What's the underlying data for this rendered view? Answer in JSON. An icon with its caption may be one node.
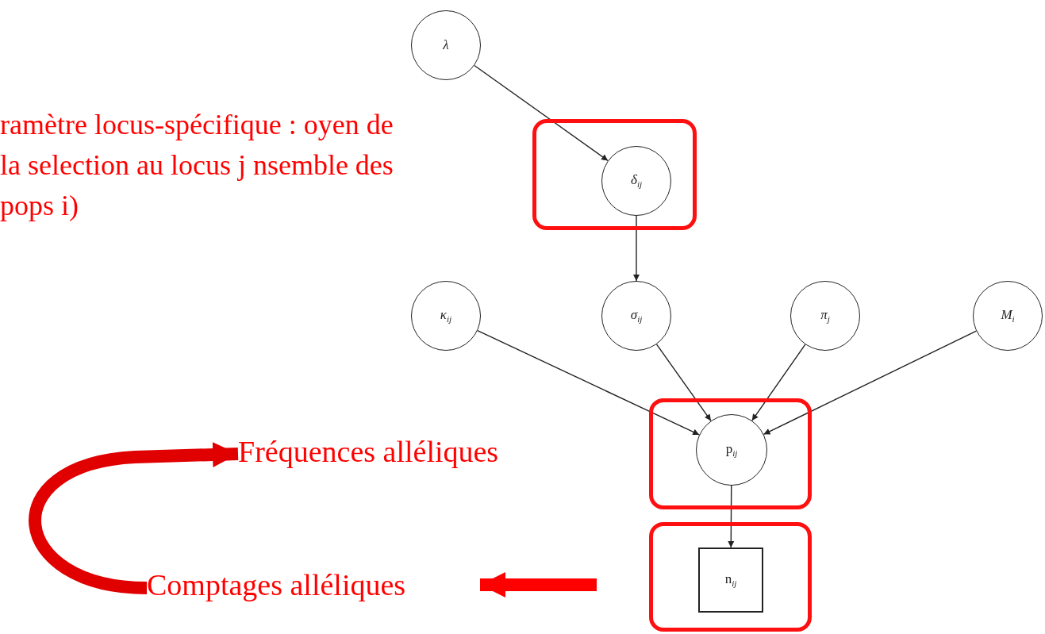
{
  "diagram": {
    "nodes": [
      {
        "text": [
          "λ"
        ]
      },
      {
        "text": [],
        "shape": "box"
      },
      {
        "text": [
          "δ$_{ij}$"
        ],
        "in": 1
      },
      {
        "text": [
          "κ$_{ij}$"
        ]
      },
      {
        "text": [
          "σ$_{ij}$"
        ]
      },
      {
        "text": [
          "π$_{j}$"
        ]
      },
      {
        "text": [
          "M$_{i}$"
        ]
      },
      {
        "text": [],
        "shape": "box"
      },
      {
        "text": [
          "p$_{ij}$"
        ],
        "in": 7
      },
      {
        "text": [],
        "shape": "box"
      },
      {
        "text": [
          "n$_{ij}$"
        ],
        "in": 9
      },
      {
        "text": [
          "Comptages alléliques"
        ]
      },
      {
        "text": [
          "Fréquences alléliques"
        ]
      }
    ],
    "edges": [
      {
        "from": 0,
        "to": 2,
        "arrow": "to"
      },
      {
        "from": 2,
        "to": 4,
        "arrow": "to"
      },
      {
        "from": 3,
        "to": 8,
        "arrow": "to"
      },
      {
        "from": 4,
        "to": 8,
        "arrow": "to"
      },
      {
        "from": 5,
        "to": 8,
        "arrow": "to"
      },
      {
        "from": 6,
        "to": 8,
        "arrow": "to"
      },
      {
        "from": 8,
        "to": 10,
        "arrow": "to"
      },
      {
        "from": null,
        "to": 11,
        "arrow": "to",
        "style": "thick",
        "color": "#ff0000"
      },
      {
        "from": 11,
        "to": 12,
        "arrow": "to",
        "style": "thick",
        "color": "#e00000"
      }
    ],
    "labels": [
      "ramètre locus-spécifique : oyen de la selection au locus j nsemble des pops i)"
    ]
  }
}
